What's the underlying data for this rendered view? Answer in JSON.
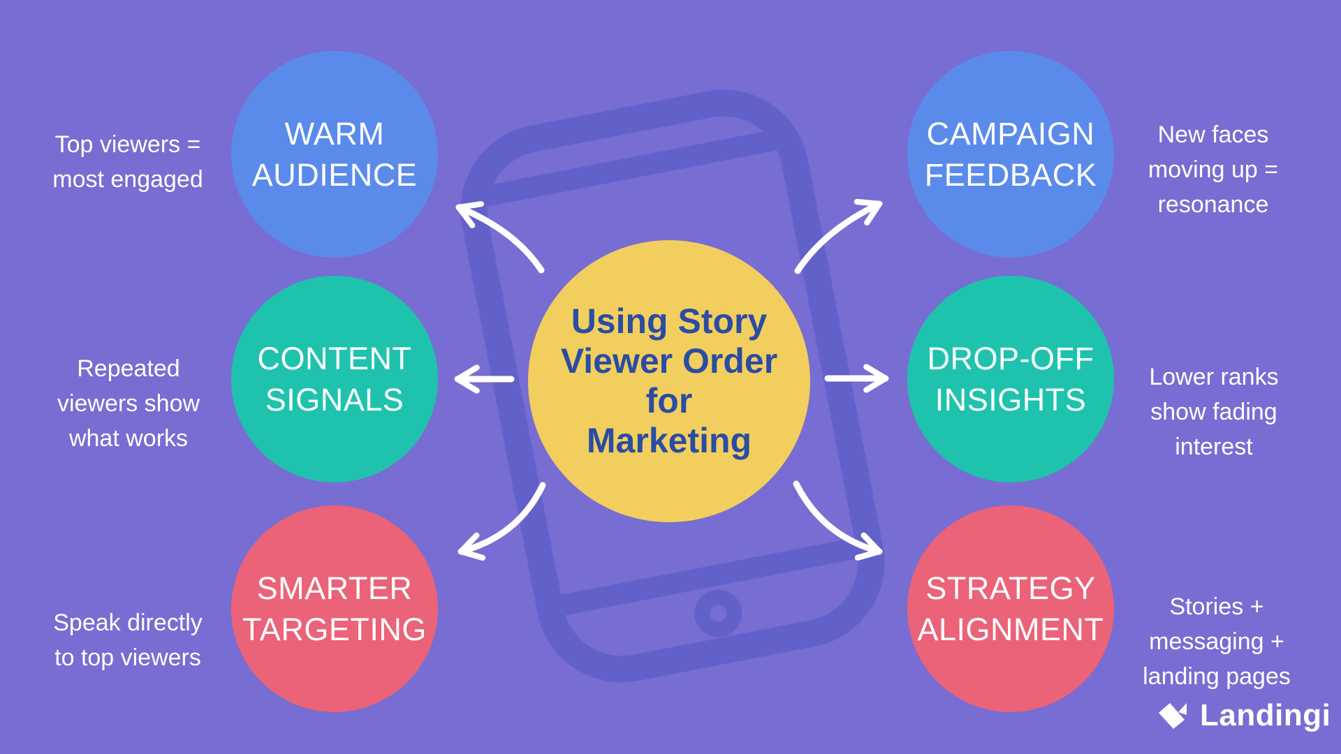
{
  "title_lines": [
    "Using Story",
    "Viewer Order",
    "for",
    "Marketing"
  ],
  "left_items": [
    {
      "label_lines": [
        "WARM",
        "AUDIENCE"
      ],
      "annotation_lines": [
        "Top viewers =",
        "most engaged"
      ],
      "color": "#5b8bea"
    },
    {
      "label_lines": [
        "CONTENT",
        "SIGNALS"
      ],
      "annotation_lines": [
        "Repeated",
        "viewers show",
        "what works"
      ],
      "color": "#1fc3ad"
    },
    {
      "label_lines": [
        "SMARTER",
        "TARGETING"
      ],
      "annotation_lines": [
        "Speak directly",
        "to top viewers"
      ],
      "color": "#ea6379"
    }
  ],
  "right_items": [
    {
      "label_lines": [
        "CAMPAIGN",
        "FEEDBACK"
      ],
      "annotation_lines": [
        "New faces",
        "moving up =",
        "resonance"
      ],
      "color": "#5b8bea"
    },
    {
      "label_lines": [
        "DROP-OFF",
        "INSIGHTS"
      ],
      "annotation_lines": [
        "Lower ranks",
        "show fading",
        "interest"
      ],
      "color": "#1fc3ad"
    },
    {
      "label_lines": [
        "STRATEGY",
        "ALIGNMENT"
      ],
      "annotation_lines": [
        "Stories +",
        "messaging +",
        "landing pages"
      ],
      "color": "#ea6379"
    }
  ],
  "logo": {
    "text": "Landingi"
  },
  "colors": {
    "background": "#786dd2",
    "phone_outline": "#6261c9",
    "center_yellow": "#f2ce5e",
    "title_text": "#2a4da3",
    "node_blue": "#5b8bea",
    "node_teal": "#1fc3ad",
    "node_coral": "#ea6379",
    "annotation_text": "#ffffff",
    "arrow": "#ffffff"
  }
}
